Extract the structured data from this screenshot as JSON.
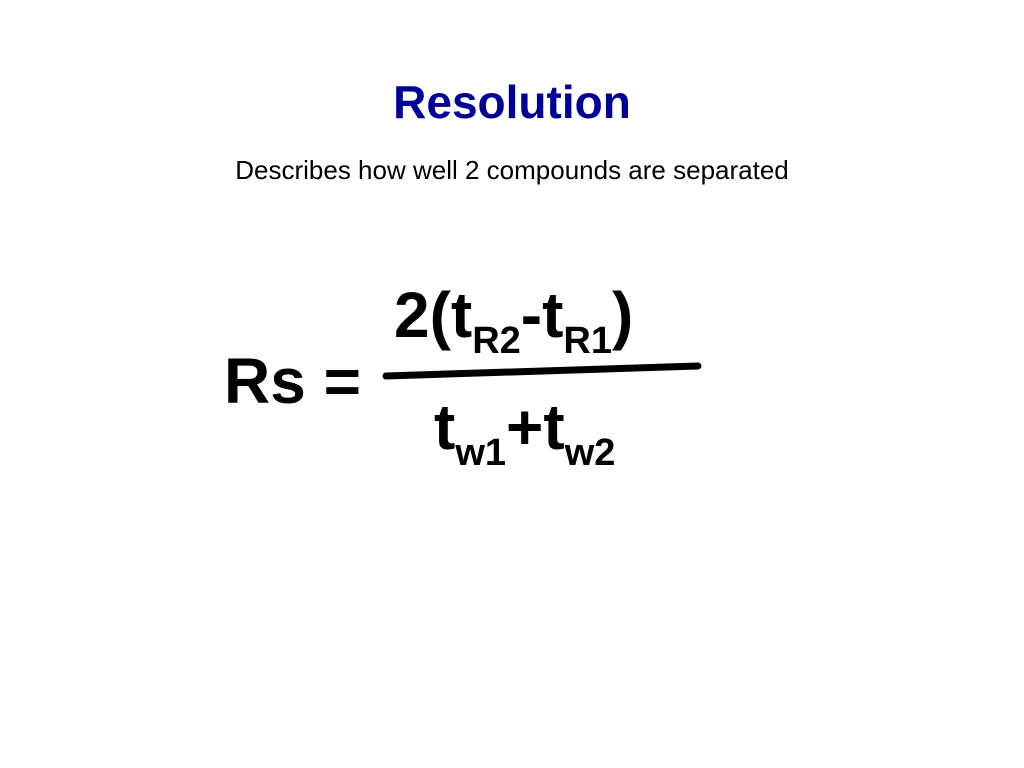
{
  "slide": {
    "title": "Resolution",
    "subtitle": "Describes how well 2 compounds are separated",
    "title_color": "#000099",
    "text_color": "#000000"
  },
  "equation": {
    "lhs": "Rs =",
    "numerator": {
      "prefix": "2(t",
      "sub_a": "R2",
      "mid": "-t",
      "sub_b": "R1",
      "suffix": ")"
    },
    "denominator": {
      "prefix": "t",
      "sub_a": "w1",
      "mid": "+t",
      "sub_b": "w2"
    }
  }
}
